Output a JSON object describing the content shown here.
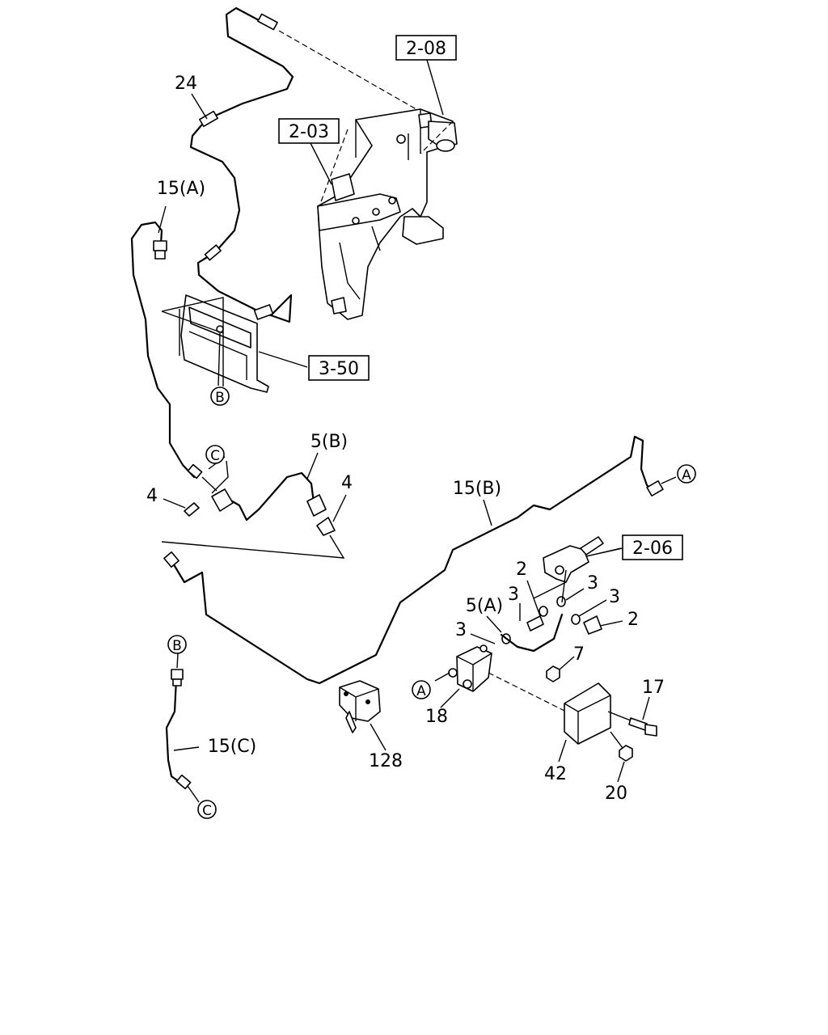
{
  "diagram": {
    "ref_boxes": [
      "2-08",
      "2-03",
      "3-50",
      "2-06"
    ],
    "callouts": [
      "24",
      "15(A)",
      "5(B)",
      "4",
      "4",
      "15(B)",
      "2",
      "3",
      "3",
      "5(A)",
      "3",
      "3",
      "2",
      "7",
      "17",
      "18",
      "128",
      "42",
      "20",
      "15(C)"
    ],
    "circle_markers": [
      "A",
      "B",
      "C",
      "A",
      "B",
      "C"
    ]
  }
}
